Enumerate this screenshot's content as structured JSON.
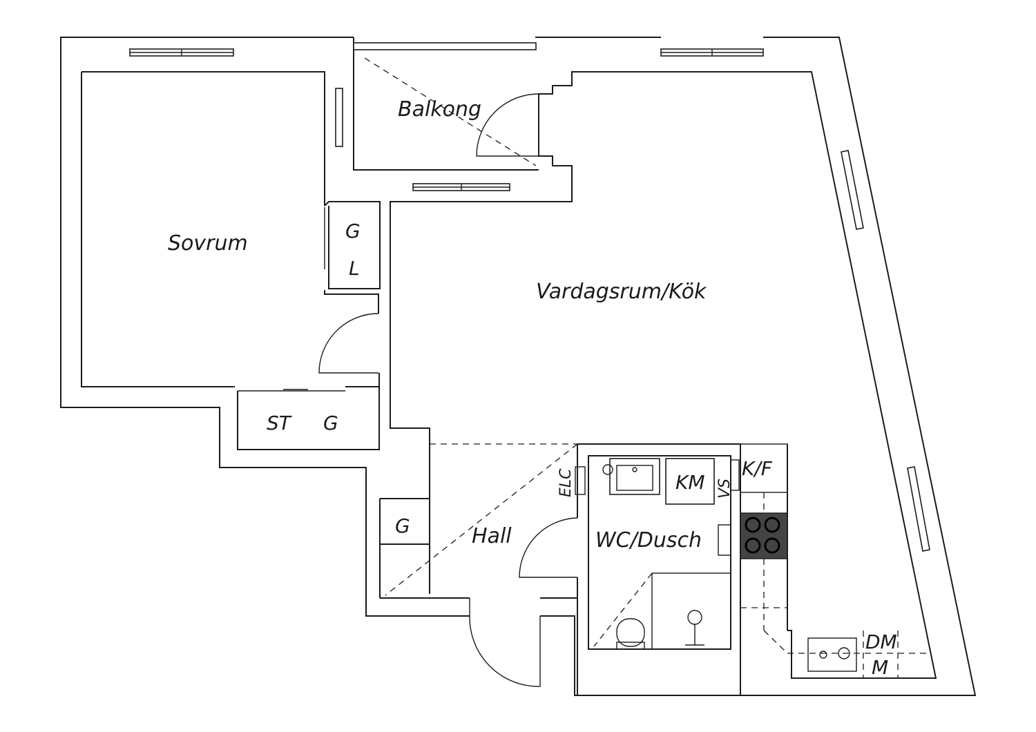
{
  "rooms": {
    "balcony": "Balkong",
    "bedroom": "Sovrum",
    "living_kitchen": "Vardagsrum/Kök",
    "hall": "Hall",
    "bathroom": "WC/Dusch"
  },
  "labels": {
    "closet_g_top": "G",
    "closet_l": "L",
    "storage_st": "ST",
    "storage_g": "G",
    "hall_closet_g": "G",
    "electric_cabinet": "ELC",
    "washing_machine": "KM",
    "water_heater": "VS",
    "fridge_freezer": "K/F",
    "dishwasher": "DM",
    "microwave": "M"
  }
}
